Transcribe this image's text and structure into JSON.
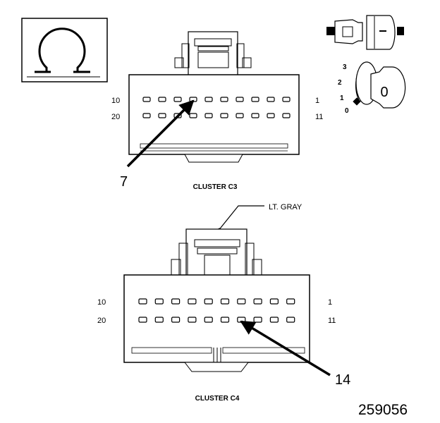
{
  "symbol": {
    "glyph": "Ω",
    "icon": "ohm-icon"
  },
  "connector_c3": {
    "caption": "CLUSTER C3",
    "row_top_left": "10",
    "row_top_right": "1",
    "row_bottom_left": "20",
    "row_bottom_right": "11",
    "callout": "7"
  },
  "connector_c4": {
    "caption": "CLUSTER C4",
    "color_label": "LT. GRAY",
    "row_top_left": "10",
    "row_top_right": "1",
    "row_bottom_left": "20",
    "row_bottom_right": "11",
    "callout": "14"
  },
  "ignition": {
    "positions": [
      "3",
      "2",
      "1",
      "0"
    ],
    "key_label": "0"
  },
  "figure_number": "259056"
}
